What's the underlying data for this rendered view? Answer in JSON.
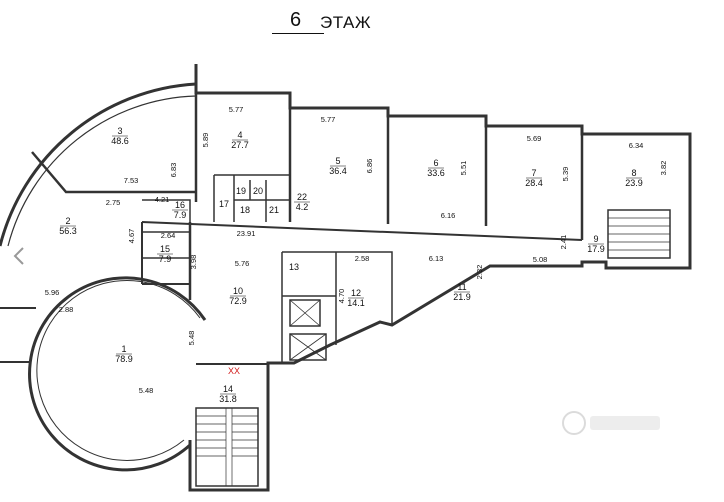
{
  "header": {
    "floor_number": "6",
    "floor_word": "ЭТАЖ"
  },
  "colors": {
    "wall": "#333333",
    "thin": "#555555",
    "marker": "#d11a1a",
    "watermark": "#9a9a9a"
  },
  "icons": {
    "prev": "chevron-left-icon",
    "watermark": "logo-icon"
  },
  "marker": {
    "label": "XX"
  },
  "rooms": [
    {
      "id": "r1",
      "number": "1",
      "area": "78.9"
    },
    {
      "id": "r2",
      "number": "2",
      "area": "56.3"
    },
    {
      "id": "r3",
      "number": "3",
      "area": "48.6"
    },
    {
      "id": "r4",
      "number": "4",
      "area": "27.7"
    },
    {
      "id": "r5",
      "number": "5",
      "area": "36.4"
    },
    {
      "id": "r6",
      "number": "6",
      "area": "33.6"
    },
    {
      "id": "r7",
      "number": "7",
      "area": "28.4"
    },
    {
      "id": "r8",
      "number": "8",
      "area": "23.9"
    },
    {
      "id": "r9",
      "number": "9",
      "area": "17.9"
    },
    {
      "id": "r10",
      "number": "10",
      "area": "72.9"
    },
    {
      "id": "r11",
      "number": "11",
      "area": "21.9"
    },
    {
      "id": "r12",
      "number": "12",
      "area": "14.1"
    },
    {
      "id": "r13",
      "number": "13"
    },
    {
      "id": "r14",
      "number": "14",
      "area": "31.8"
    },
    {
      "id": "r15",
      "number": "15",
      "area": "7.9"
    },
    {
      "id": "r16",
      "number": "16",
      "area": "7.9"
    },
    {
      "id": "r17",
      "number": "17"
    },
    {
      "id": "r18",
      "number": "18"
    },
    {
      "id": "r19",
      "number": "19"
    },
    {
      "id": "r20",
      "number": "20"
    },
    {
      "id": "r21",
      "number": "21"
    },
    {
      "id": "r22",
      "number": "22",
      "area": "4.2"
    }
  ],
  "dimensions": [
    "5.77",
    "5.89",
    "6.83",
    "7.53",
    "5.77",
    "6.86",
    "5.51",
    "5.69",
    "5.39",
    "6.34",
    "3.82",
    "2.75",
    "4.21",
    "6.16",
    "4.67",
    "2.64",
    "23.91",
    "2.41",
    "5.08",
    "3.98",
    "5.76",
    "2.58",
    "6.13",
    "2.32",
    "4.70",
    "5.96",
    "2.88",
    "5.48",
    "5.48"
  ]
}
